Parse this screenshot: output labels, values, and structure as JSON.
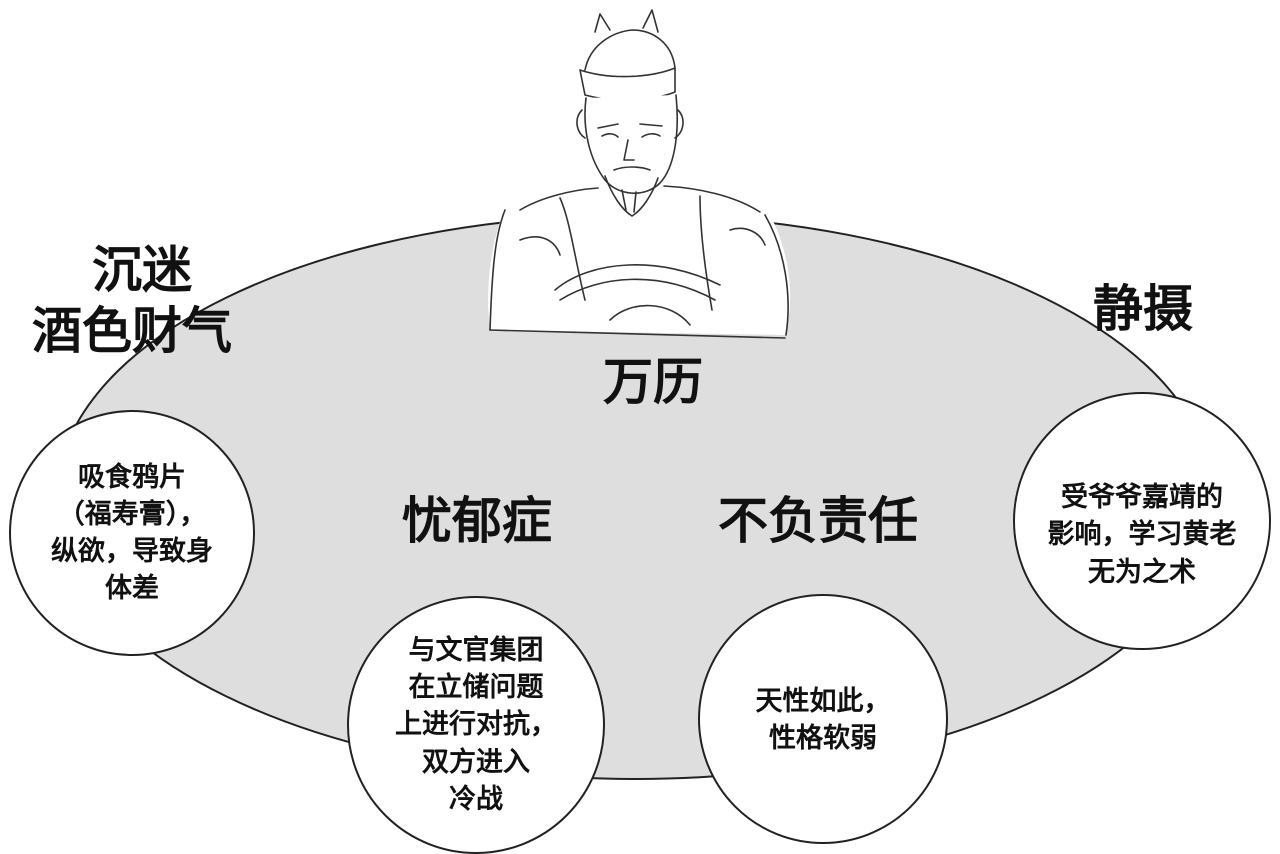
{
  "colors": {
    "ellipse_fill": "#dedede",
    "stroke": "#222222",
    "circle_fill": "#ffffff",
    "text": "#111111"
  },
  "center": {
    "title": "万历",
    "figure": "emperor-portrait-sketch"
  },
  "left_heading": {
    "line1": "沉迷",
    "line2": "酒色财气"
  },
  "right_heading": {
    "line1": "静摄"
  },
  "inner_labels": {
    "depression": "忧郁症",
    "irresponsible": "不负责任"
  },
  "circles": {
    "opium": {
      "lines": [
        "吸食鸦片",
        "（福寿膏），",
        "纵欲，导致身",
        "体差"
      ]
    },
    "officials": {
      "lines": [
        "与文官集团",
        "在立储问题",
        "上进行对抗，",
        "双方进入",
        "冷战"
      ]
    },
    "nature": {
      "lines": [
        "天性如此，",
        "性格软弱"
      ]
    },
    "jiajing": {
      "lines": [
        "受爷爷嘉靖的",
        "影响，学习黄老",
        "无为之术"
      ]
    }
  }
}
